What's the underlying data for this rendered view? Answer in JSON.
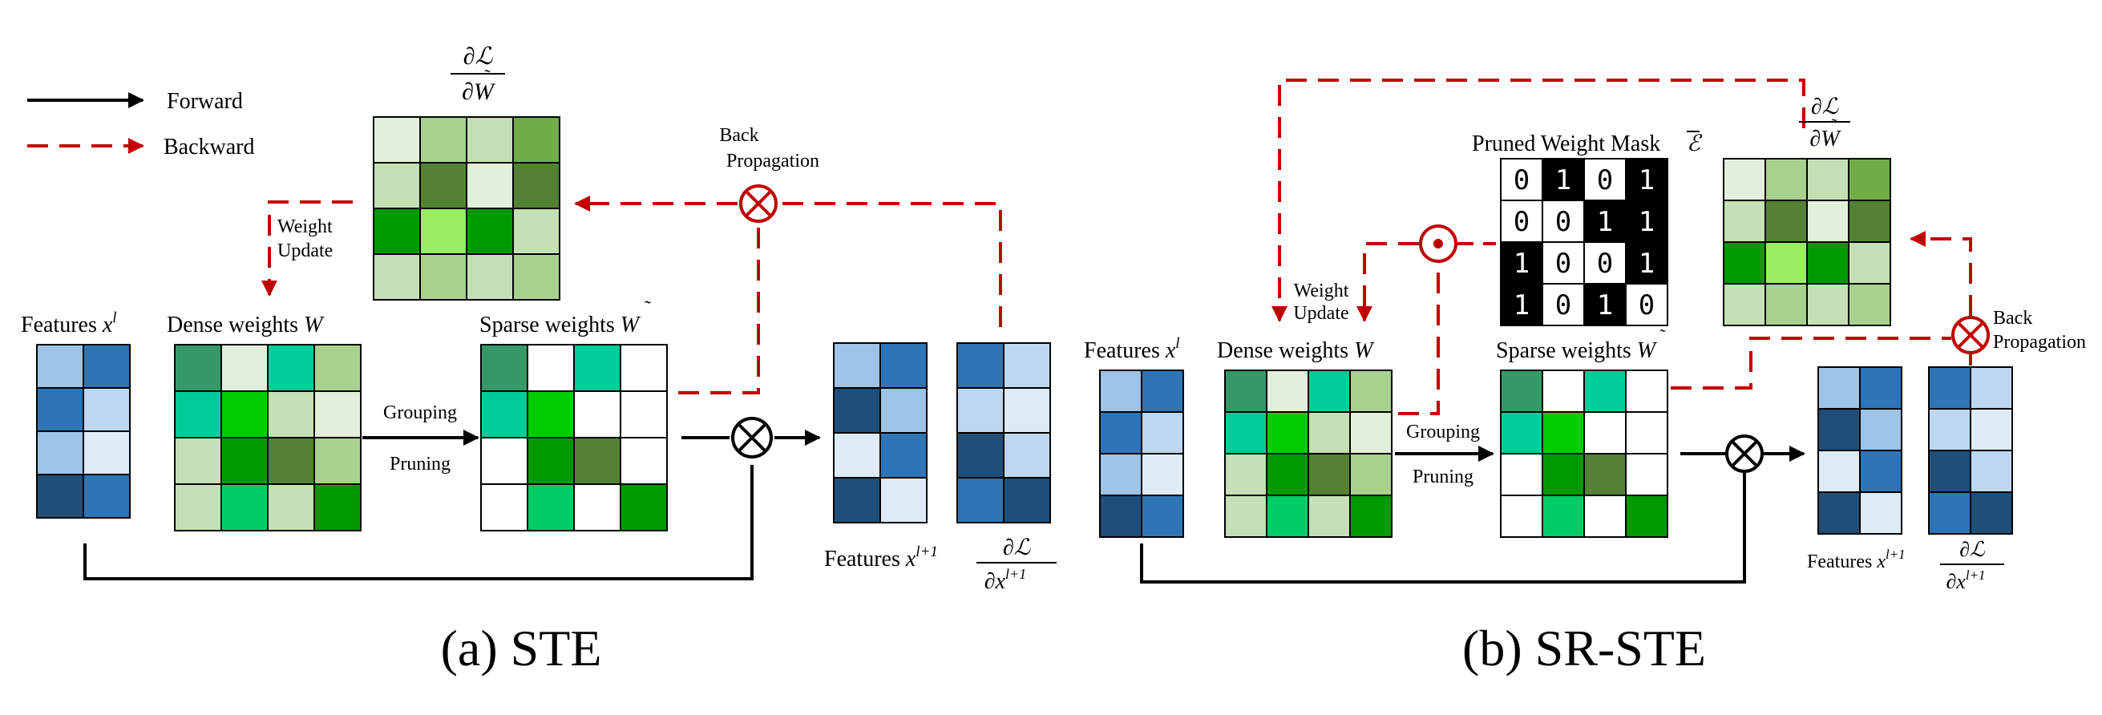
{
  "legend": {
    "forward_label": "Forward",
    "backward_label": "Backward"
  },
  "colors": {
    "forward_line": "#000000",
    "backward_line": "#c00000",
    "grid_stroke": "#000000"
  },
  "palette": {
    "B1": "#9dc3e6",
    "B2": "#2e75b6",
    "B3": "#bdd7ee",
    "B4": "#deebf7",
    "B5": "#1f4e79",
    "G1": "#e2efda",
    "G2": "#a9d18e",
    "G3": "#c5e0b4",
    "G4": "#70ad47",
    "G5": "#548235",
    "G6": "#009900",
    "G7": "#99ee66",
    "G8": "#339966",
    "G9": "#00cc99",
    "G10": "#00cc00",
    "G11": "#00cc66",
    "W": "#ffffff"
  },
  "matrices": {
    "features": [
      [
        "B1",
        "B2"
      ],
      [
        "B2",
        "B3"
      ],
      [
        "B1",
        "B4"
      ],
      [
        "B5",
        "B2"
      ]
    ],
    "dense": [
      [
        "G8",
        "G1",
        "G9",
        "G2"
      ],
      [
        "G9",
        "G10",
        "G3",
        "G1"
      ],
      [
        "G3",
        "G6",
        "G5",
        "G2"
      ],
      [
        "G3",
        "G11",
        "G3",
        "G6"
      ]
    ],
    "sparse": [
      [
        "G8",
        "W",
        "G9",
        "W"
      ],
      [
        "G9",
        "G10",
        "W",
        "W"
      ],
      [
        "W",
        "G6",
        "G5",
        "W"
      ],
      [
        "W",
        "G11",
        "W",
        "G6"
      ]
    ],
    "gradient_w": [
      [
        "G1",
        "G2",
        "G3",
        "G4"
      ],
      [
        "G3",
        "G5",
        "G1",
        "G5"
      ],
      [
        "G6",
        "G7",
        "G6",
        "G3"
      ],
      [
        "G3",
        "G2",
        "G3",
        "G2"
      ]
    ],
    "features_out": [
      [
        "B1",
        "B2"
      ],
      [
        "B5",
        "B1"
      ],
      [
        "B4",
        "B2"
      ],
      [
        "B5",
        "B4"
      ]
    ],
    "gradient_x": [
      [
        "B2",
        "B3"
      ],
      [
        "B3",
        "B4"
      ],
      [
        "B5",
        "B3"
      ],
      [
        "B2",
        "B5"
      ]
    ]
  },
  "mask": {
    "title": "Pruned Weight Mask",
    "title_symbol": "ℰ",
    "values": [
      [
        "0",
        "1",
        "0",
        "1"
      ],
      [
        "0",
        "0",
        "1",
        "1"
      ],
      [
        "1",
        "0",
        "0",
        "1"
      ],
      [
        "1",
        "0",
        "1",
        "0"
      ]
    ]
  },
  "panel_a": {
    "caption": "(a)  STE",
    "features_label": "Features",
    "features_sym": "x",
    "features_sup": "l",
    "dense_label": "Dense weights",
    "dense_sym": "W",
    "sparse_label": "Sparse weights",
    "sparse_sym": "W",
    "grouping_label": "Grouping",
    "pruning_label": "Pruning",
    "weight_label": "Weight",
    "update_label": "Update",
    "back_label": "Back",
    "propagation_label": "Propagation",
    "features_out_label": "Features",
    "features_out_sym": "x",
    "features_out_sup": "l+1",
    "grad_num": "∂ℒ",
    "grad_den_w": "∂W",
    "grad_den_x": "∂x",
    "grad_den_x_sup": "l+1"
  },
  "panel_b": {
    "caption": "(b)  SR-STE",
    "features_label": "Features",
    "features_sym": "x",
    "features_sup": "l",
    "dense_label": "Dense weights",
    "dense_sym": "W",
    "sparse_label": "Sparse weights",
    "sparse_sym": "W",
    "grouping_label": "Grouping",
    "pruning_label": "Pruning",
    "weight_label": "Weight",
    "update_label": "Update",
    "back_label": "Back",
    "propagation_label": "Propagation",
    "features_out_label": "Features",
    "features_out_sym": "x",
    "features_out_sup": "l+1",
    "grad_num": "∂ℒ",
    "grad_den_w": "∂W",
    "grad_den_x": "∂x",
    "grad_den_x_sup": "l+1"
  }
}
